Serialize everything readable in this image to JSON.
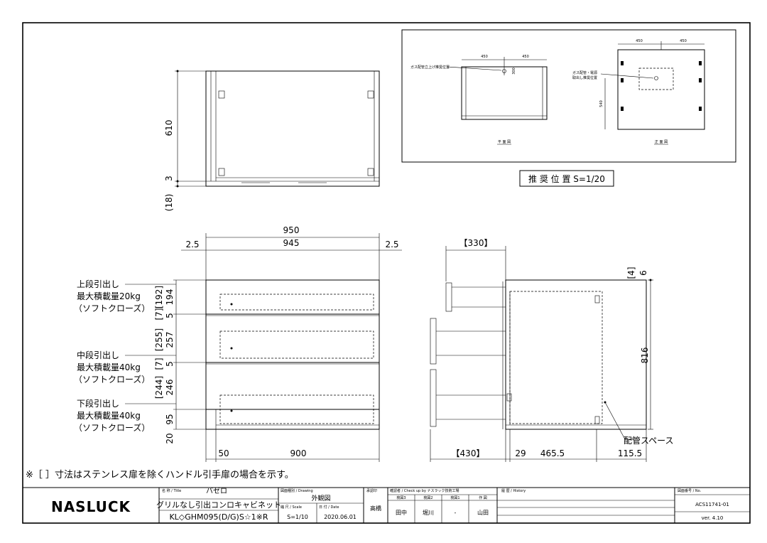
{
  "top_view": {
    "dims": {
      "depth": "610",
      "gap3": "3",
      "bottom18": "(18)"
    }
  },
  "recommend": {
    "plan_label": "ガス配管立上げ推奨位置",
    "plan_dims": [
      "450",
      "450"
    ],
    "plan_small_dim": "300",
    "front_label_1": "ガス配管・電源",
    "front_label_2": "取出し推奨位置",
    "front_dims": [
      "450",
      "450"
    ],
    "front_height": "540",
    "caption_plan": "平 面 図",
    "caption_front": "正 面 図",
    "title": "推 奨 位 置 S=1/20"
  },
  "front_view": {
    "dims": {
      "total_width": "950",
      "inner_width": "945",
      "side_left": "2.5",
      "side_right": "2.5",
      "bottom_left": "50",
      "bottom_inner": "900"
    },
    "vertical_dims": {
      "d194": "194",
      "d192": "[192]",
      "d7a": "[7]",
      "d5a": "5",
      "d257": "257",
      "d255": "[255]",
      "d7b": "[7]",
      "d5b": "5",
      "d246": "246",
      "d244": "[244]",
      "d95": "95",
      "d20": "20"
    },
    "drawers": [
      {
        "name": "上段引出し",
        "load": "最大積載量20kg",
        "type": "（ソフトクローズ）"
      },
      {
        "name": "中段引出し",
        "load": "最大積載量40kg",
        "type": "（ソフトクローズ）"
      },
      {
        "name": "下段引出し",
        "load": "最大積載量40kg",
        "type": "（ソフトクローズ）"
      }
    ]
  },
  "side_view": {
    "dims": {
      "top_bracket": "【330】",
      "bottom_bracket": "【430】",
      "d29": "29",
      "d465": "465.5",
      "d115": "115.5",
      "height": "816",
      "top4": "[4]",
      "top6": "6"
    },
    "pipe_label": "配管スペース"
  },
  "note": "※［ ］寸法はステンレス扉を除くハンドル引手扉の場合を示す。",
  "title_block": {
    "logo": "NASLUCK",
    "name_label": "名 称 / Title",
    "name": "バゼロ",
    "subtitle": "グリルなし引出コンロキャビネット",
    "model": "KL◇GHM095(D/G)S☆1※R",
    "drawing_label": "図面種別 / Drawing",
    "drawing": "外観図",
    "scale_label": "縮 尺 / Scale",
    "scale": "S=1/10",
    "date_label": "日 付 / Date",
    "date": "2020.06.01",
    "approve_label": "承認印",
    "approver": "高橋",
    "check_label": "確認者 / Check up by ナスラック技術工場",
    "check_cols": [
      "検図3",
      "検図2",
      "検図1",
      "作 図"
    ],
    "check_names": [
      "田中",
      "堀川",
      "-",
      "山田"
    ],
    "history_label": "履 歴 / History",
    "no_label": "図面番号 / No.",
    "number": "ACS11741-01",
    "version": "ver. 4.10"
  }
}
